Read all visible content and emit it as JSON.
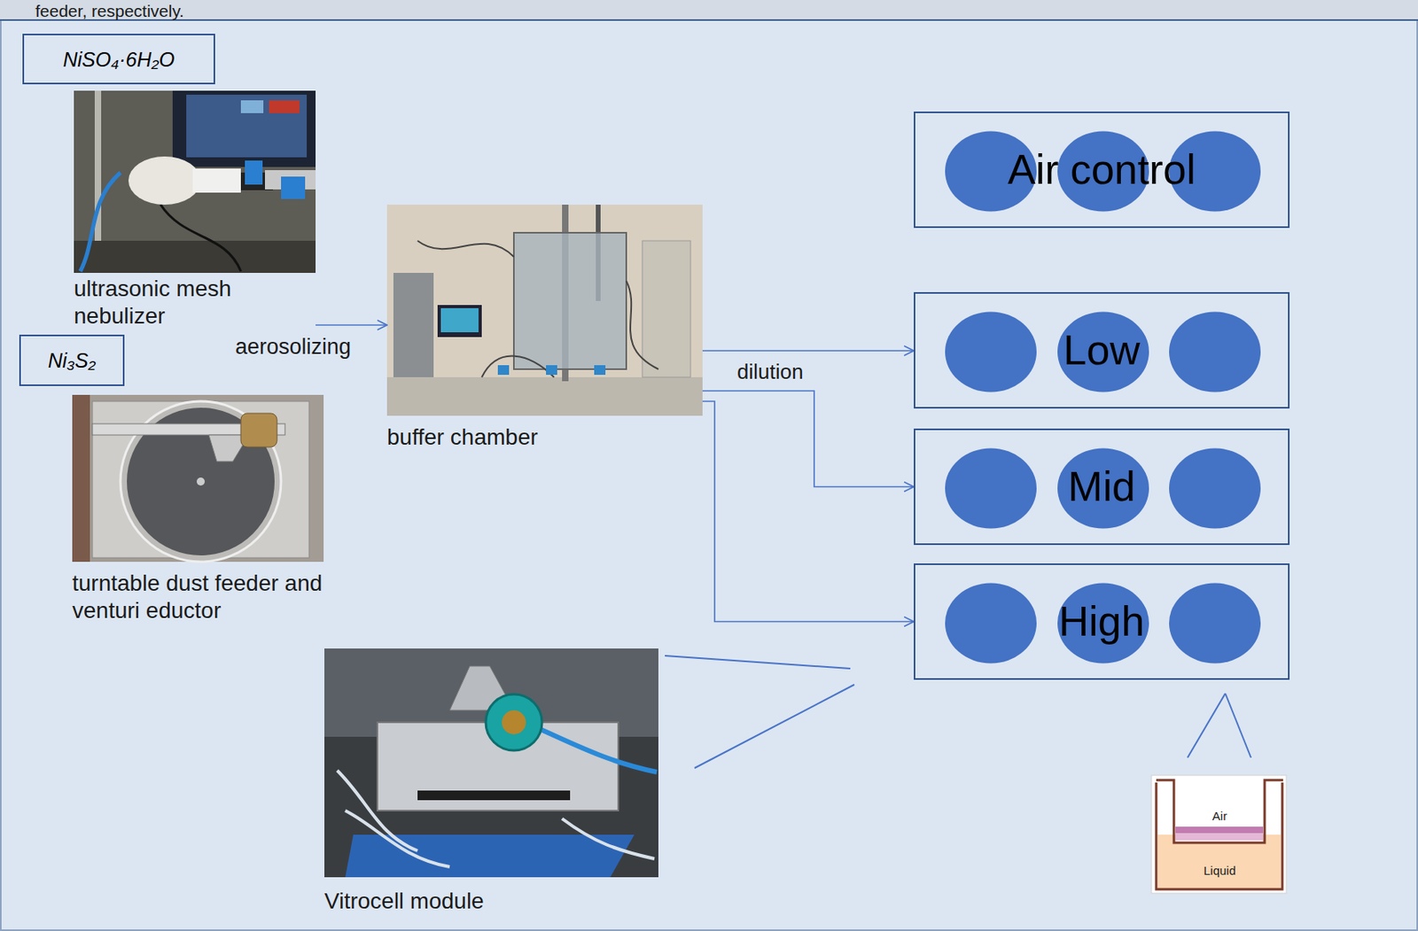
{
  "diagram": {
    "nodes": [
      {
        "text": [
          "NiSO₄·6H₂O"
        ]
      },
      {
        "text": [
          "ultrasonic mesh nebulizer"
        ]
      },
      {
        "text": [
          "Ni₃S₂"
        ]
      },
      {
        "text": [
          "turntable dust feeder and venturi eductor"
        ]
      },
      {
        "text": [
          "buffer chamber"
        ]
      },
      {
        "text": [
          "Air control"
        ]
      },
      {
        "text": [
          "Low"
        ]
      },
      {
        "text": [
          "Mid"
        ]
      },
      {
        "text": [
          "High"
        ]
      },
      {
        "text": [
          "Vitrocell module"
        ]
      }
    ],
    "edges": [
      {
        "from": 1,
        "to": 4,
        "arrow": "to",
        "label": "aerosolizing"
      },
      {
        "from": 4,
        "to": 6,
        "arrow": "to",
        "label": "dilution"
      },
      {
        "from": 4,
        "to": 7,
        "arrow": "to"
      },
      {
        "from": 4,
        "to": 8,
        "arrow": "to"
      }
    ],
    "labels": [
      "feeder, respectively.",
      "Air",
      "Liquid"
    ]
  }
}
